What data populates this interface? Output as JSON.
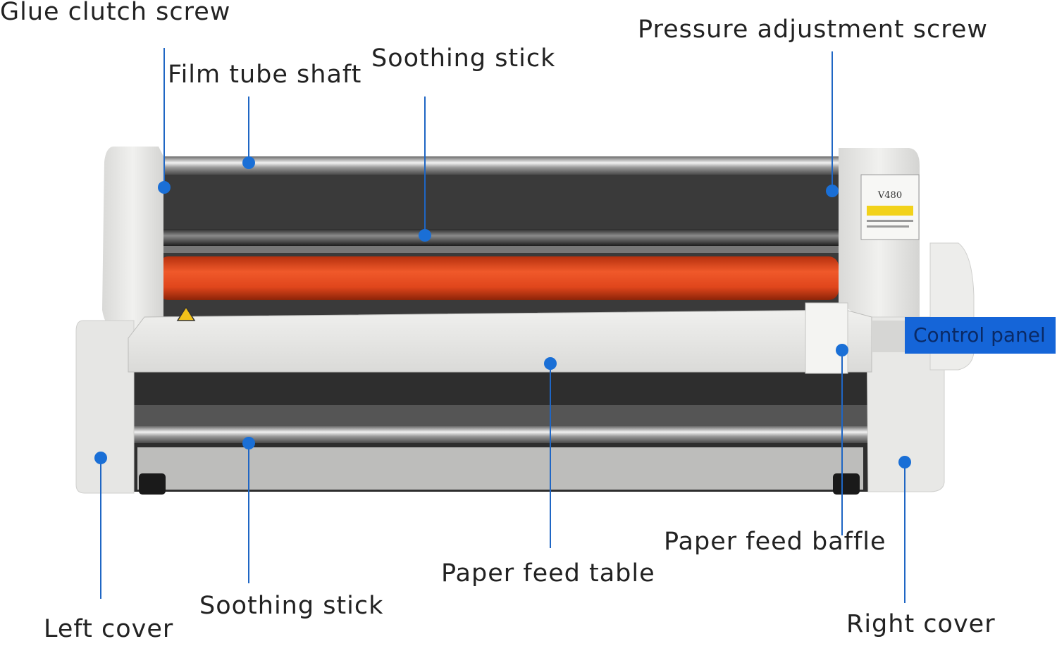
{
  "labels": {
    "glue_clutch_screw": "Glue clutch screw",
    "film_tube_shaft": "Film tube shaft",
    "soothing_stick_top": "Soothing stick",
    "pressure_adjustment_screw": "Pressure adjustment screw",
    "control_panel": "Control panel",
    "paper_feed_baffle": "Paper feed baffle",
    "paper_feed_table": "Paper feed table",
    "soothing_stick_bottom": "Soothing stick",
    "left_cover": "Left cover",
    "right_cover": "Right cover"
  },
  "device_plate": {
    "model": "V480"
  },
  "colors": {
    "leader": "#1f66c4",
    "marker_dot": "#1a6fd6",
    "roller": "#e0461c",
    "body": "#e9e9e7",
    "callout_box": "#1565d8"
  },
  "icons": [
    "warning-triangle-icon"
  ]
}
